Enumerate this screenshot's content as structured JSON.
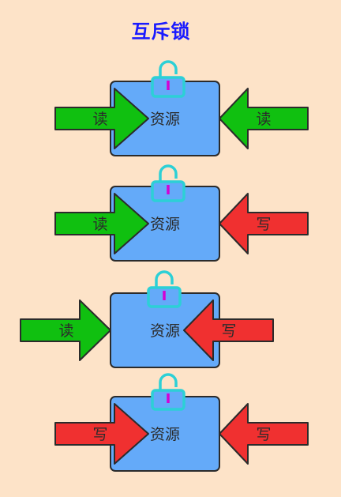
{
  "title": "互斥锁",
  "colors": {
    "background": "#fde3c8",
    "title": "#1a1aff",
    "resource_fill": "#64aaf9",
    "outline": "#2b2b2b",
    "lock": "#2cd0d6",
    "lock_key": "#d400d4",
    "read_arrow": "#10c010",
    "write_arrow": "#f03030",
    "text": "#2b2b2b"
  },
  "panels": [
    {
      "resource_label": "资源",
      "left_arrow": {
        "label": "读",
        "kind": "read"
      },
      "right_arrow": {
        "label": "读",
        "kind": "read"
      },
      "lock_state": "open"
    },
    {
      "resource_label": "资源",
      "left_arrow": {
        "label": "读",
        "kind": "read"
      },
      "right_arrow": {
        "label": "写",
        "kind": "write"
      },
      "lock_state": "open"
    },
    {
      "resource_label": "资源",
      "left_arrow": {
        "label": "读",
        "kind": "read"
      },
      "right_arrow": {
        "label": "写",
        "kind": "write"
      },
      "lock_state": "open"
    },
    {
      "resource_label": "资源",
      "left_arrow": {
        "label": "写",
        "kind": "write"
      },
      "right_arrow": {
        "label": "写",
        "kind": "write"
      },
      "lock_state": "open"
    }
  ]
}
